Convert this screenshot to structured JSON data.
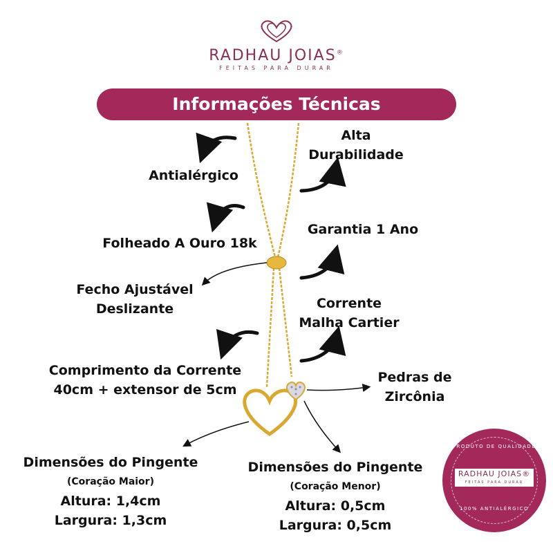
{
  "brand": {
    "name": "RADHAU JOIAS",
    "trademark": "®",
    "tagline": "FEITAS PARA DURAR",
    "accent_color": "#a2295a"
  },
  "banner": {
    "title": "Informações Técnicas"
  },
  "features": {
    "alta_durabilidade": [
      "Alta",
      "Durabilidade"
    ],
    "antialergico": "Antialérgico",
    "garantia": "Garantia 1 Ano",
    "folheado": "Folheado A Ouro 18k",
    "fecho": [
      "Fecho Ajustável",
      "Deslizante"
    ],
    "corrente": [
      "Corrente",
      "Malha Cartier"
    ],
    "comprimento": [
      "Comprimento da Corrente",
      "40cm + extensor de 5cm"
    ],
    "pedras": [
      "Pedras de",
      "Zircônia"
    ]
  },
  "pendant_large": {
    "title": "Dimensões do Pingente",
    "subtitle": "(Coração Maior)",
    "height": "Altura: 1,4cm",
    "width": "Largura: 1,3cm"
  },
  "pendant_small": {
    "title": "Dimensões do Pingente",
    "subtitle": "(Coração Menor)",
    "height": "Altura: 0,5cm",
    "width": "Largura: 0,5cm"
  },
  "seal": {
    "top_text": "PRODUTO DE QUALIDADE",
    "brand": "RADHAU JOIAS®",
    "tagline": "FEITAS PARA DURAR",
    "bottom_text": "100% ANTIALÉRGICO"
  },
  "icons": [
    "heart-logo-icon",
    "curved-arrow-icon",
    "necklace-illustration"
  ]
}
